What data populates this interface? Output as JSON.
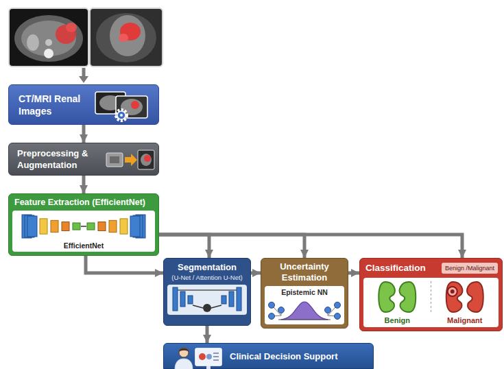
{
  "diagram": {
    "nodes": [
      {
        "text": [
          "CT/MRI Renal Images"
        ]
      },
      {
        "text": [
          "Preprocessing & Augmentation"
        ]
      },
      {
        "text": [
          "Feature Extraction (EfficientNet)",
          "EfficientNet"
        ]
      },
      {
        "text": [
          "Segmentation",
          "(U-Net / Attention U-Net)"
        ]
      },
      {
        "text": [
          "Uncertainty Estimation",
          "Epistemic NN"
        ]
      },
      {
        "text": [
          "Classification",
          "Benign /Malignant",
          "Benign",
          "Malignant"
        ]
      },
      {
        "text": [
          "Clinical Decision Support"
        ]
      }
    ],
    "edges": [
      {
        "from": 0,
        "to": 1,
        "arrow": "to"
      },
      {
        "from": 1,
        "to": 2,
        "arrow": "to"
      },
      {
        "from": 2,
        "to": 3,
        "arrow": "to"
      },
      {
        "from": 2,
        "to": 3,
        "arrow": "to"
      },
      {
        "from": 2,
        "to": 4,
        "arrow": "to"
      },
      {
        "from": 2,
        "to": 5,
        "arrow": "to"
      },
      {
        "from": 3,
        "to": 4,
        "arrow": "to"
      },
      {
        "from": 4,
        "to": 5,
        "arrow": "to"
      },
      {
        "from": 3,
        "to": 6,
        "arrow": "to"
      }
    ]
  }
}
